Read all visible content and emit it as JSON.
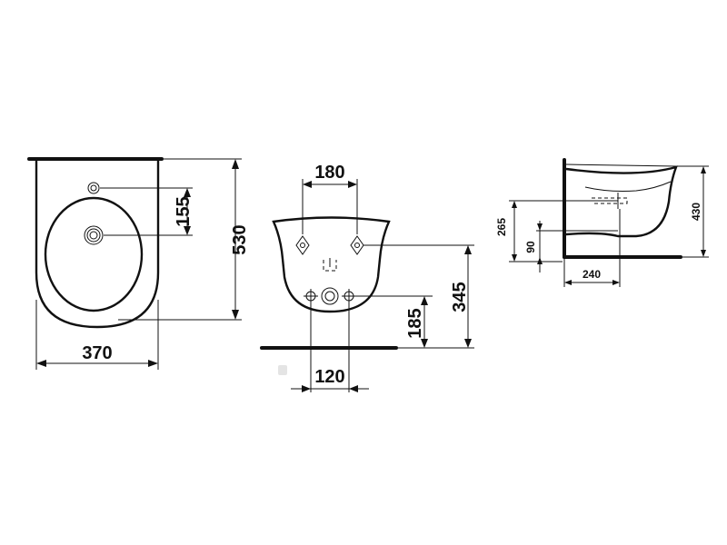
{
  "front_view": {
    "width": "370",
    "height": "530",
    "tap_hole_to_outlet": "155"
  },
  "rear_view": {
    "bolt_spacing": "180",
    "outlet_spacing": "120",
    "outlet_height": "185",
    "bolt_height": "345"
  },
  "side_view": {
    "depth": "430",
    "inlet_height": "265",
    "outlet_offset": "90",
    "bolt_projection": "240"
  }
}
